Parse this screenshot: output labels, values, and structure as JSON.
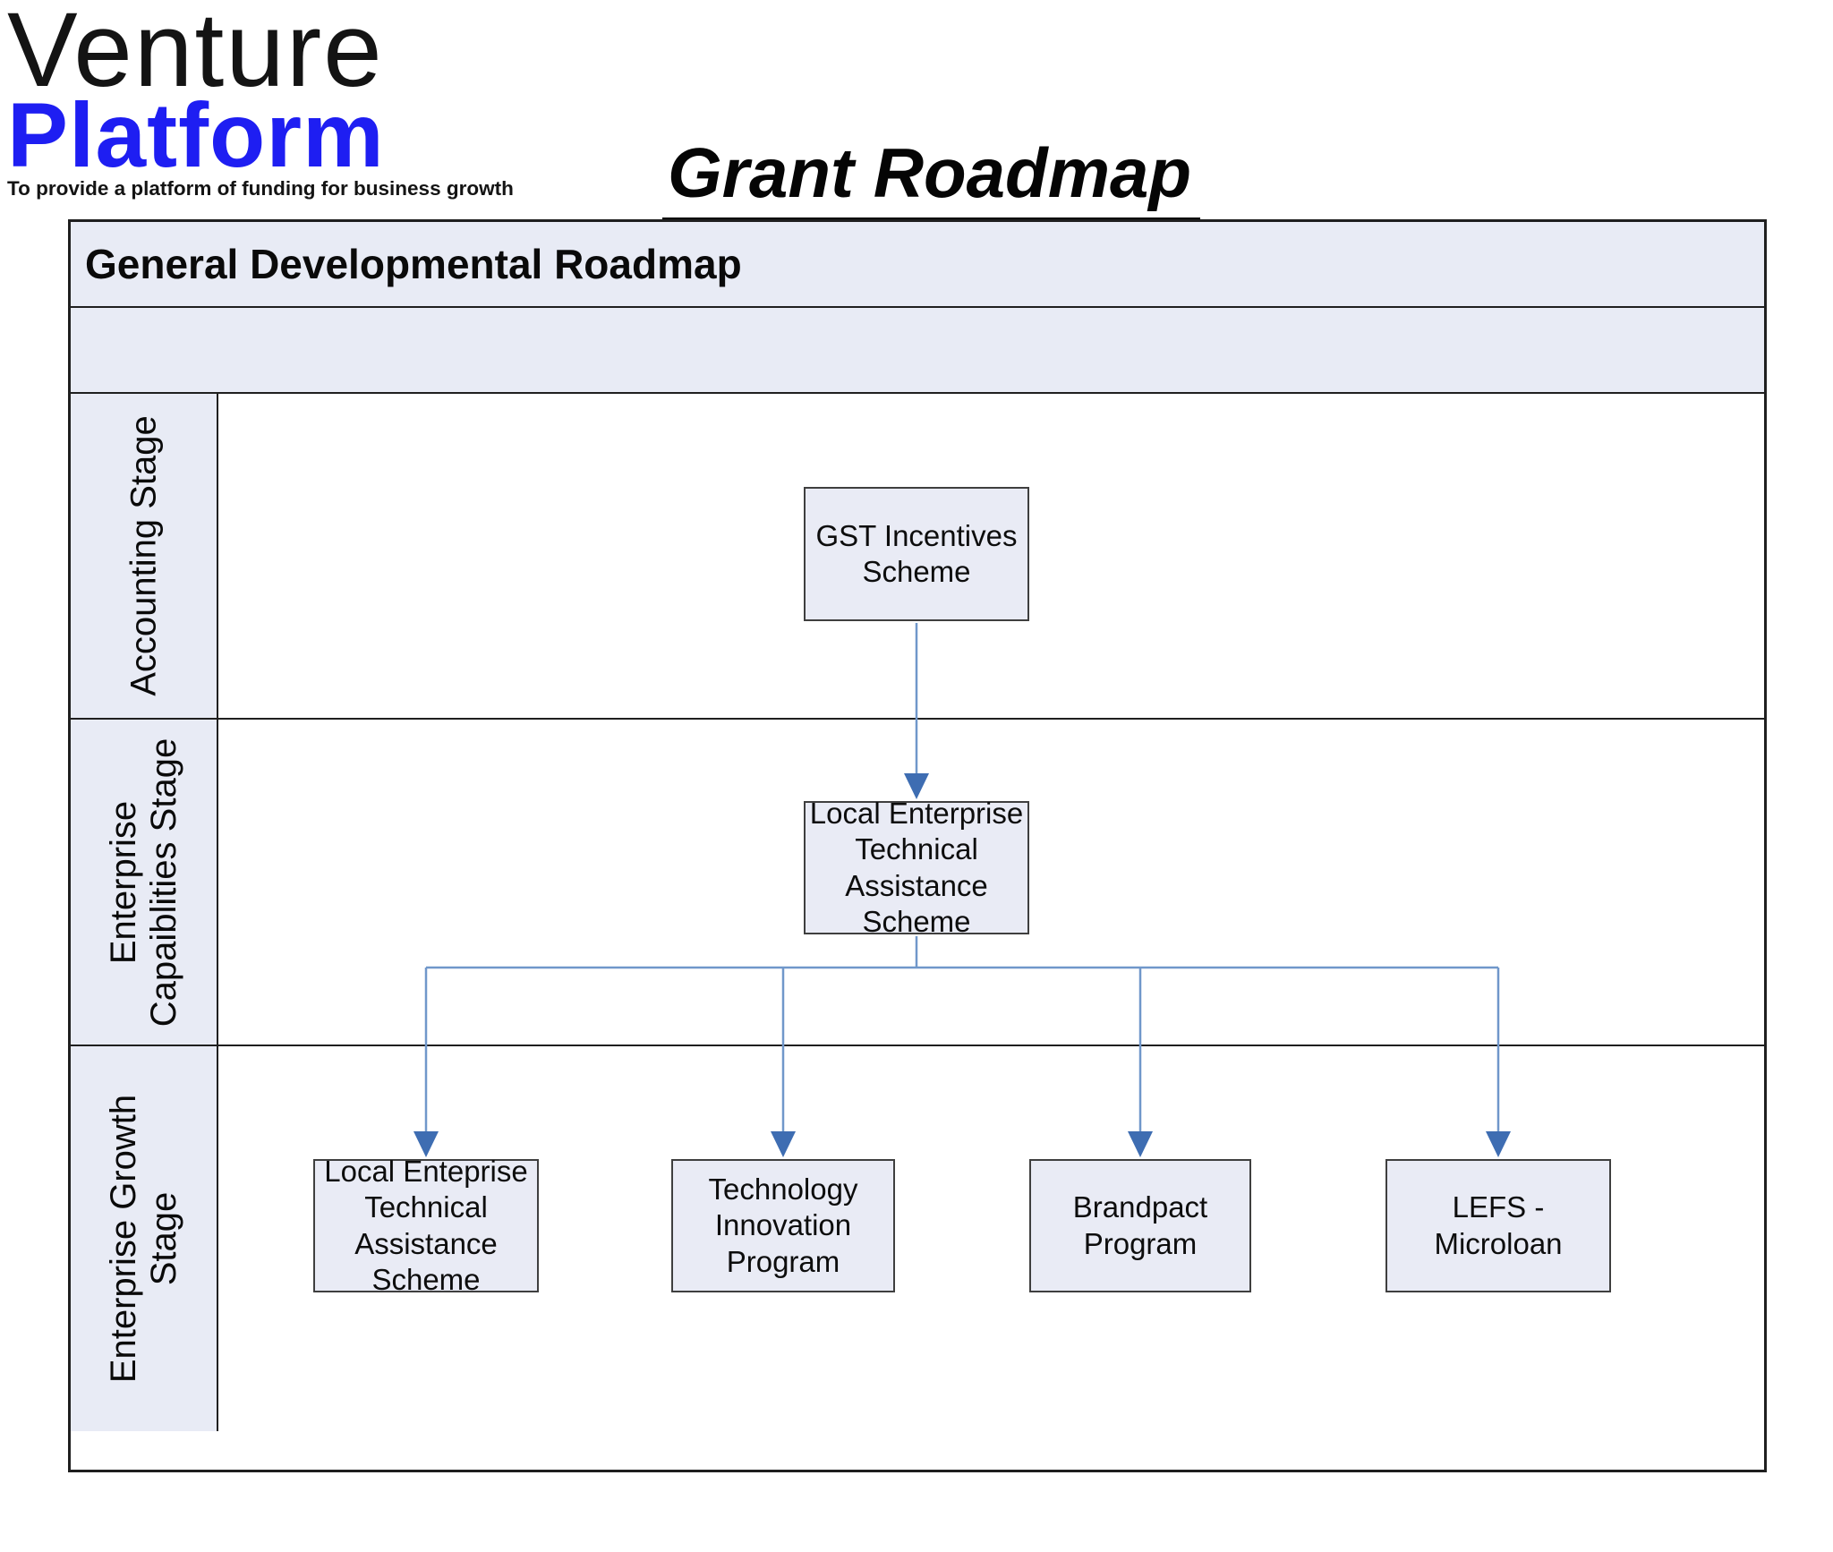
{
  "logo": {
    "line1": "Venture",
    "line2": "Platform",
    "tagline": "To provide a platform of funding for business growth",
    "line1_color": "#141414",
    "line2_color": "#1e1ef2"
  },
  "page": {
    "title": "Grant Roadmap"
  },
  "table": {
    "header": "General Developmental Roadmap",
    "stage_rows": [
      {
        "label": "Accounting Stage"
      },
      {
        "label": "Enterprise\nCapaiblities Stage"
      },
      {
        "label": "Enterprise Growth\nStage"
      }
    ]
  },
  "diagram": {
    "type": "flowchart",
    "colors": {
      "node_fill": "#e9ebf5",
      "node_border": "#3f3f3f",
      "connector_line": "#7097ca",
      "arrowhead": "#3e6db2",
      "cell_fill": "#e8ebf5"
    },
    "nodes": [
      {
        "id": "gst",
        "stage": "Accounting Stage",
        "label": "GST Incentives\nScheme"
      },
      {
        "id": "letas",
        "stage": "Enterprise Capaiblities Stage",
        "label": "Local Enterprise\nTechnical\nAssistance\nScheme"
      },
      {
        "id": "letas2",
        "stage": "Enterprise Growth Stage",
        "label": "Local Enteprise\nTechnical\nAssistance\nScheme"
      },
      {
        "id": "tip",
        "stage": "Enterprise Growth Stage",
        "label": "Technology\nInnovation\nProgram"
      },
      {
        "id": "brandpact",
        "stage": "Enterprise Growth Stage",
        "label": "Brandpact\nProgram"
      },
      {
        "id": "lefs",
        "stage": "Enterprise Growth Stage",
        "label": "LEFS -\nMicroloan"
      }
    ],
    "edges": [
      {
        "from": "gst",
        "to": "letas"
      },
      {
        "from": "letas",
        "to": "letas2"
      },
      {
        "from": "letas",
        "to": "tip"
      },
      {
        "from": "letas",
        "to": "brandpact"
      },
      {
        "from": "letas",
        "to": "lefs"
      }
    ]
  }
}
